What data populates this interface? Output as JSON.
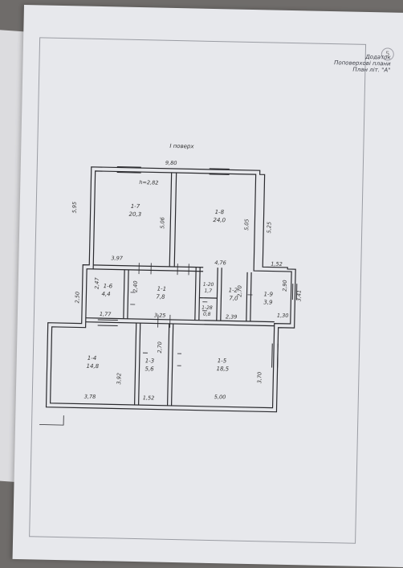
{
  "stamp": {
    "line1": "Додаток",
    "line2": "Поповерхові плани",
    "line3": "План літ. \"А\""
  },
  "corner_mark": "5",
  "floor_title": "I поверх",
  "rooms": [
    {
      "id": "1-7",
      "area": "20,3"
    },
    {
      "id": "1-8",
      "area": "24,0"
    },
    {
      "id": "1-6",
      "area": "4,4"
    },
    {
      "id": "1-1",
      "area": "7,8"
    },
    {
      "id": "1-20",
      "area": "1,7"
    },
    {
      "id": "1-2",
      "area": "7,0"
    },
    {
      "id": "1-9",
      "area": "3,9"
    },
    {
      "id": "1-28",
      "area": "0,8"
    },
    {
      "id": "1-4",
      "area": "14,8"
    },
    {
      "id": "1-3",
      "area": "5,6"
    },
    {
      "id": "1-5",
      "area": "18,5"
    }
  ],
  "height_label": "h=2,82",
  "dimensions": {
    "top": "9,80",
    "left_upper": "5,95",
    "r17_h": "5,06",
    "r17_w": "3,97",
    "r18_h": "5,05",
    "right_upper": "5,25",
    "r18_w": "4,76",
    "step": "1,52",
    "r16_h": "2,47",
    "left_mid": "2,50",
    "r11_h": "2,40",
    "r16_w": "1,77",
    "r11_w": "3,25",
    "r12_h": "2,70",
    "r12_w": "2,39",
    "r19_h": "2,90",
    "r19_side": "3,41",
    "r19_w": "1,30",
    "r13_h": "2,70",
    "r14_h": "3,92",
    "r14_w": "3,78",
    "r13_w": "1,52",
    "r15_w": "5,00",
    "r15_h": "3,70"
  }
}
